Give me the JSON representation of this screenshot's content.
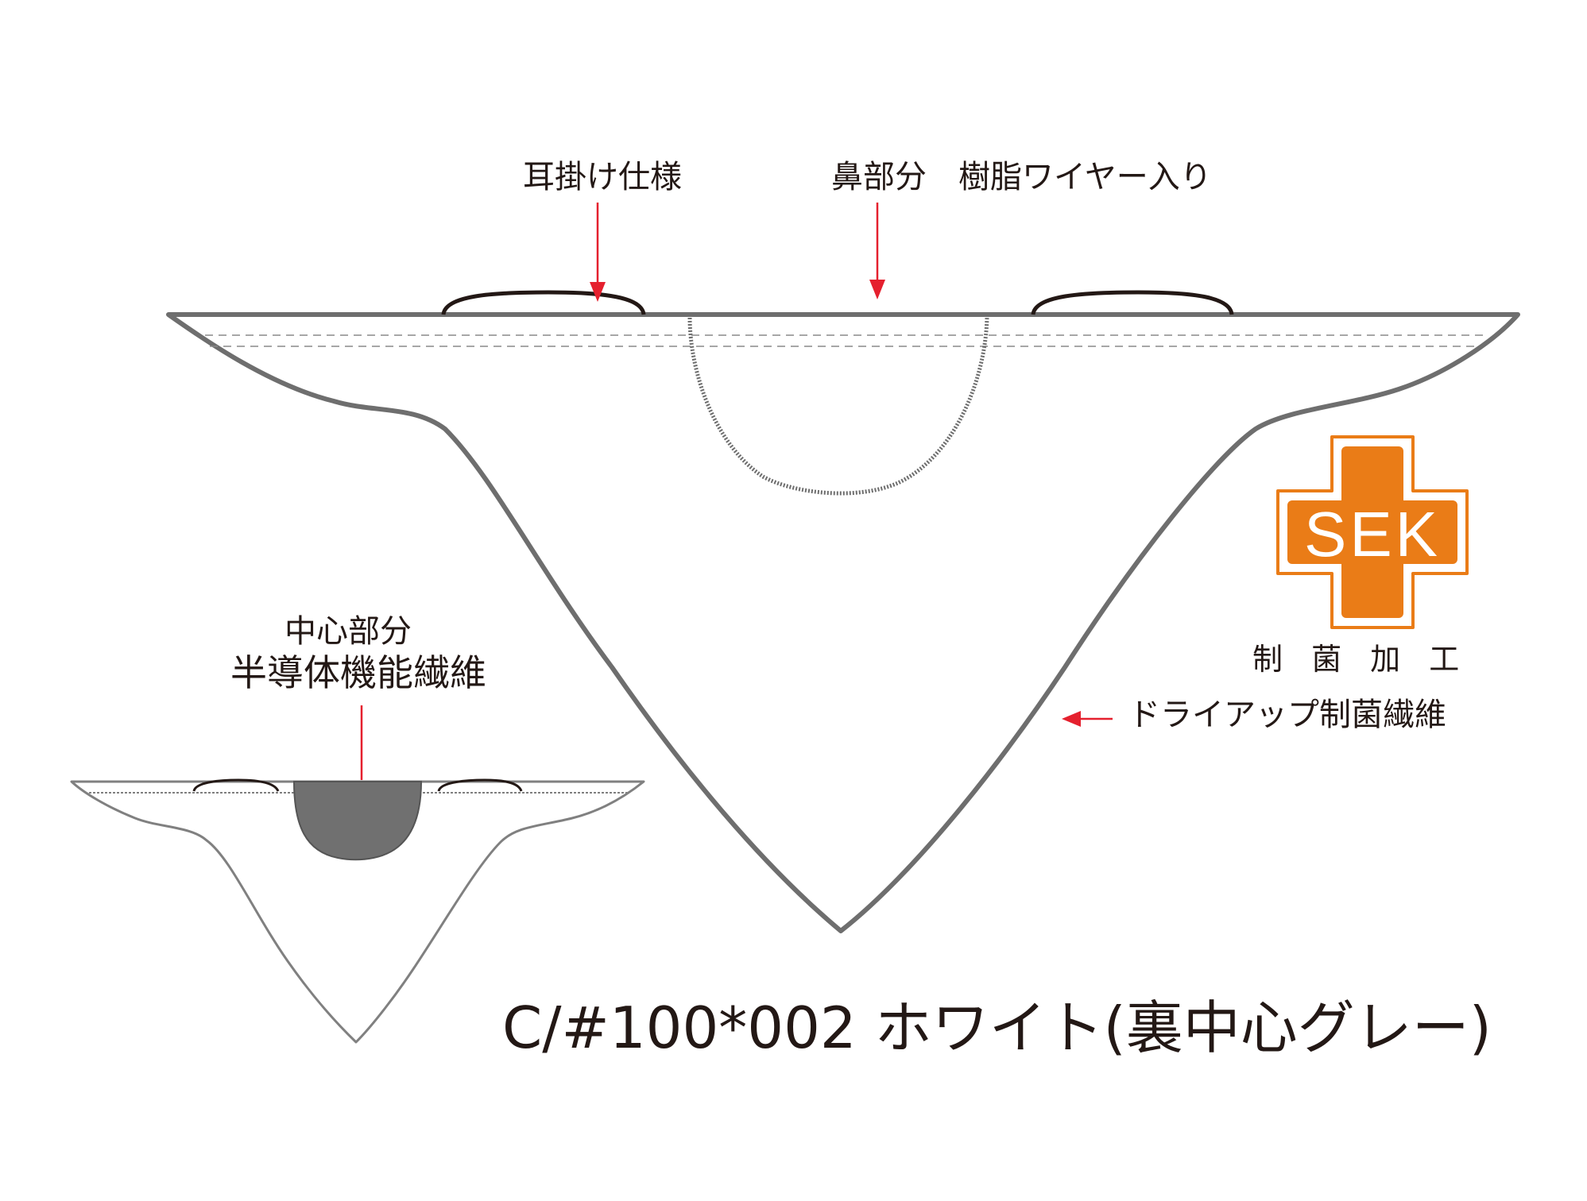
{
  "labels": {
    "ear_loop": "耳掛け仕様",
    "nose_wire": "鼻部分　樹脂ワイヤー入り",
    "center_part": "中心部分",
    "center_fiber": "半導体機能繊維",
    "dry_up_fiber": "ドライアップ制菌繊維",
    "product_code": "C/#100*002 ホワイト(裏中心グレー)"
  },
  "sek_logo": {
    "text": "SEK",
    "caption": "制 菌 加 工",
    "color": "#EA7C17"
  },
  "colors": {
    "outline": "#6e6e6e",
    "arrow": "#E5202E",
    "ear_loop": "#231815",
    "center_panel": "#707070"
  }
}
